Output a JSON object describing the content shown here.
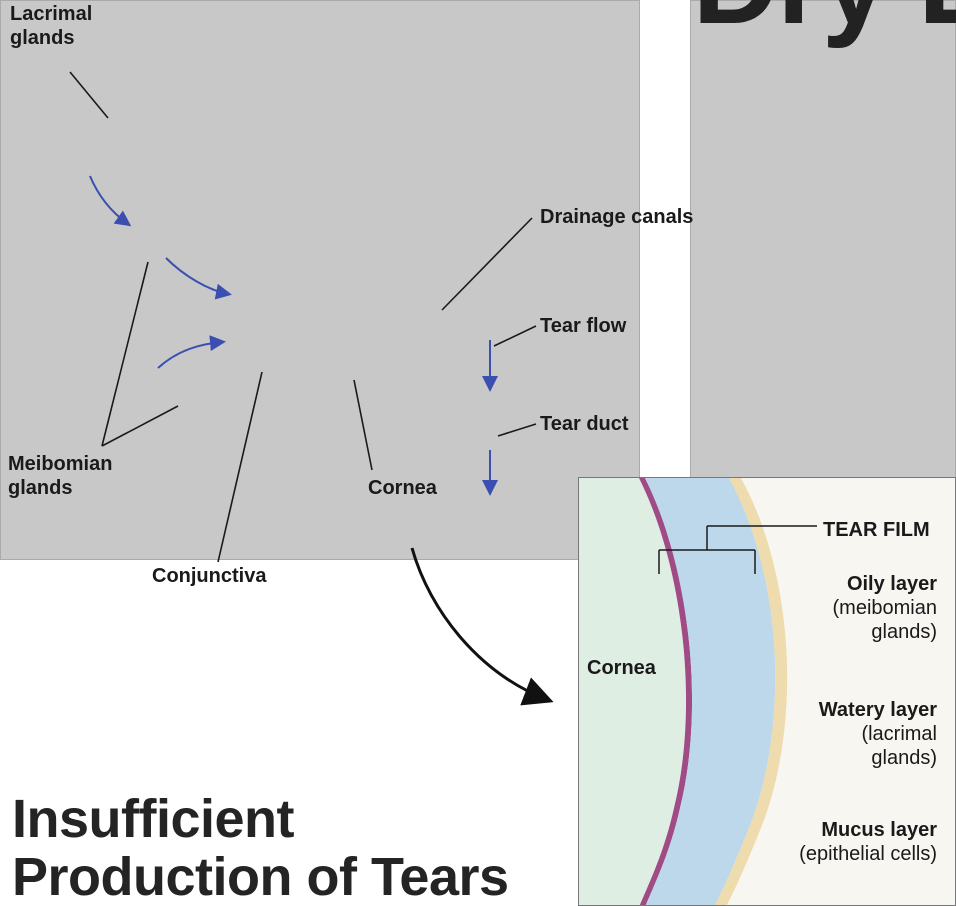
{
  "title_fragment": "Dry E",
  "labels": {
    "lacrimal_glands": [
      "Lacrimal",
      "glands"
    ],
    "drainage_canals": "Drainage canals",
    "tear_flow": "Tear flow",
    "tear_duct": "Tear duct",
    "meibomian_glands": [
      "Meibomian",
      "glands"
    ],
    "cornea": "Cornea",
    "conjunctiva": "Conjunctiva"
  },
  "inset": {
    "cornea": "Cornea",
    "tear_film": "TEAR FILM",
    "oily_layer": [
      "Oily layer",
      "(meibomian",
      "glands)"
    ],
    "watery_layer": [
      "Watery layer",
      "(lacrimal",
      "glands)"
    ],
    "mucus_layer": [
      "Mucus layer",
      "(epithelial cells)"
    ]
  },
  "heading": [
    "Insufficient",
    "Production of Tears"
  ],
  "colors": {
    "arrow_blue": "#3b4fb0",
    "gland_yellow": "#e9c356",
    "cornea_green": "#dfeee3",
    "watery_blue": "#bcd8ea",
    "mucus_magenta": "#a04a86",
    "oily_beige": "#eedcae"
  }
}
